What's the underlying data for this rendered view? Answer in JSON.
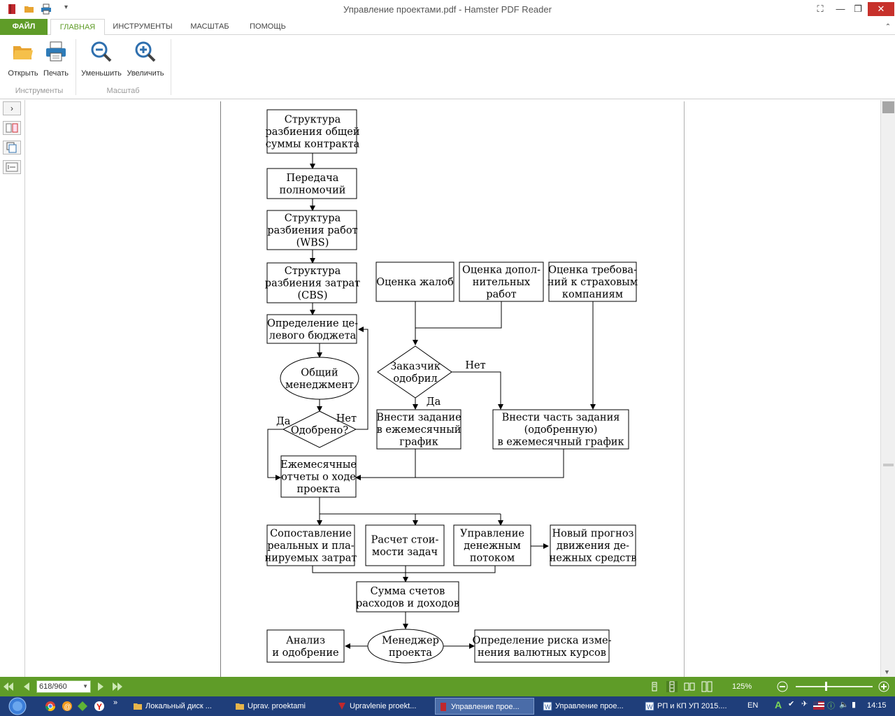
{
  "window": {
    "title": "Управление проектами.pdf - Hamster PDF Reader"
  },
  "tabs": {
    "file": "ФАЙЛ",
    "home": "ГЛАВНАЯ",
    "tools": "ИНСТРУМЕНТЫ",
    "scale": "МАСШТАБ",
    "help": "ПОМОЩЬ"
  },
  "ribbon": {
    "open": "Открыть",
    "print": "Печать",
    "zoom_out": "Уменьшить",
    "zoom_in": "Увеличить",
    "group_tools": "Инструменты",
    "group_scale": "Масштаб"
  },
  "flowchart": {
    "b1": [
      "Структура",
      "разбиения общей",
      "суммы контракта"
    ],
    "b2": [
      "Передача",
      "полномочий"
    ],
    "b3": [
      "Структура",
      "разбиения работ",
      "(WBS)"
    ],
    "b4": [
      "Структура",
      "разбиения затрат",
      "(CBS)"
    ],
    "b5": [
      "Определение це-",
      "левого бюджета"
    ],
    "e1": [
      "Общий",
      "менеджмент"
    ],
    "d1": "Одобрено?",
    "d1_yes": "Да",
    "d1_no": "Нет",
    "c1": "Оценка жалоб",
    "c2": [
      "Оценка допол-",
      "нительных",
      "работ"
    ],
    "c3": [
      "Оценка требова-",
      "ний к страховым",
      "компаниям"
    ],
    "d2": [
      "Заказчик",
      "одобрил"
    ],
    "d2_no": "Нет",
    "d2_yes": "Да",
    "x1": [
      "Внести задание",
      "в ежемесячный",
      "график"
    ],
    "x2": [
      "Внести часть задания",
      "(одобренную)",
      "в ежемесячный график"
    ],
    "m1": [
      "Ежемесячные",
      "отчеты о ходе",
      "проекта"
    ],
    "r1": [
      "Сопоставление",
      "реальных и пла-",
      "нируемых затрат"
    ],
    "r2": [
      "Расчет стои-",
      "мости задач"
    ],
    "r3": [
      "Управление",
      "денежным",
      "потоком"
    ],
    "r4": [
      "Новый прогноз",
      "движения де-",
      "нежных средств"
    ],
    "s1": [
      "Сумма счетов",
      "расходов и доходов"
    ],
    "pm": [
      "Менеджер",
      "проекта"
    ],
    "an": [
      "Анализ",
      "и одобрение"
    ],
    "rk": [
      "Определение риска изме-",
      "нения валютных курсов"
    ]
  },
  "statusbar": {
    "page": "618/960",
    "zoom": "125%"
  },
  "taskbar": {
    "tasks": [
      "Локальный диск ...",
      "Uprav. proektami",
      "Upravlenie proekt...",
      "Управление прое...",
      "Управление прое...",
      "РП и КП  УП 2015...."
    ],
    "lang": "EN",
    "time": "14:15"
  }
}
